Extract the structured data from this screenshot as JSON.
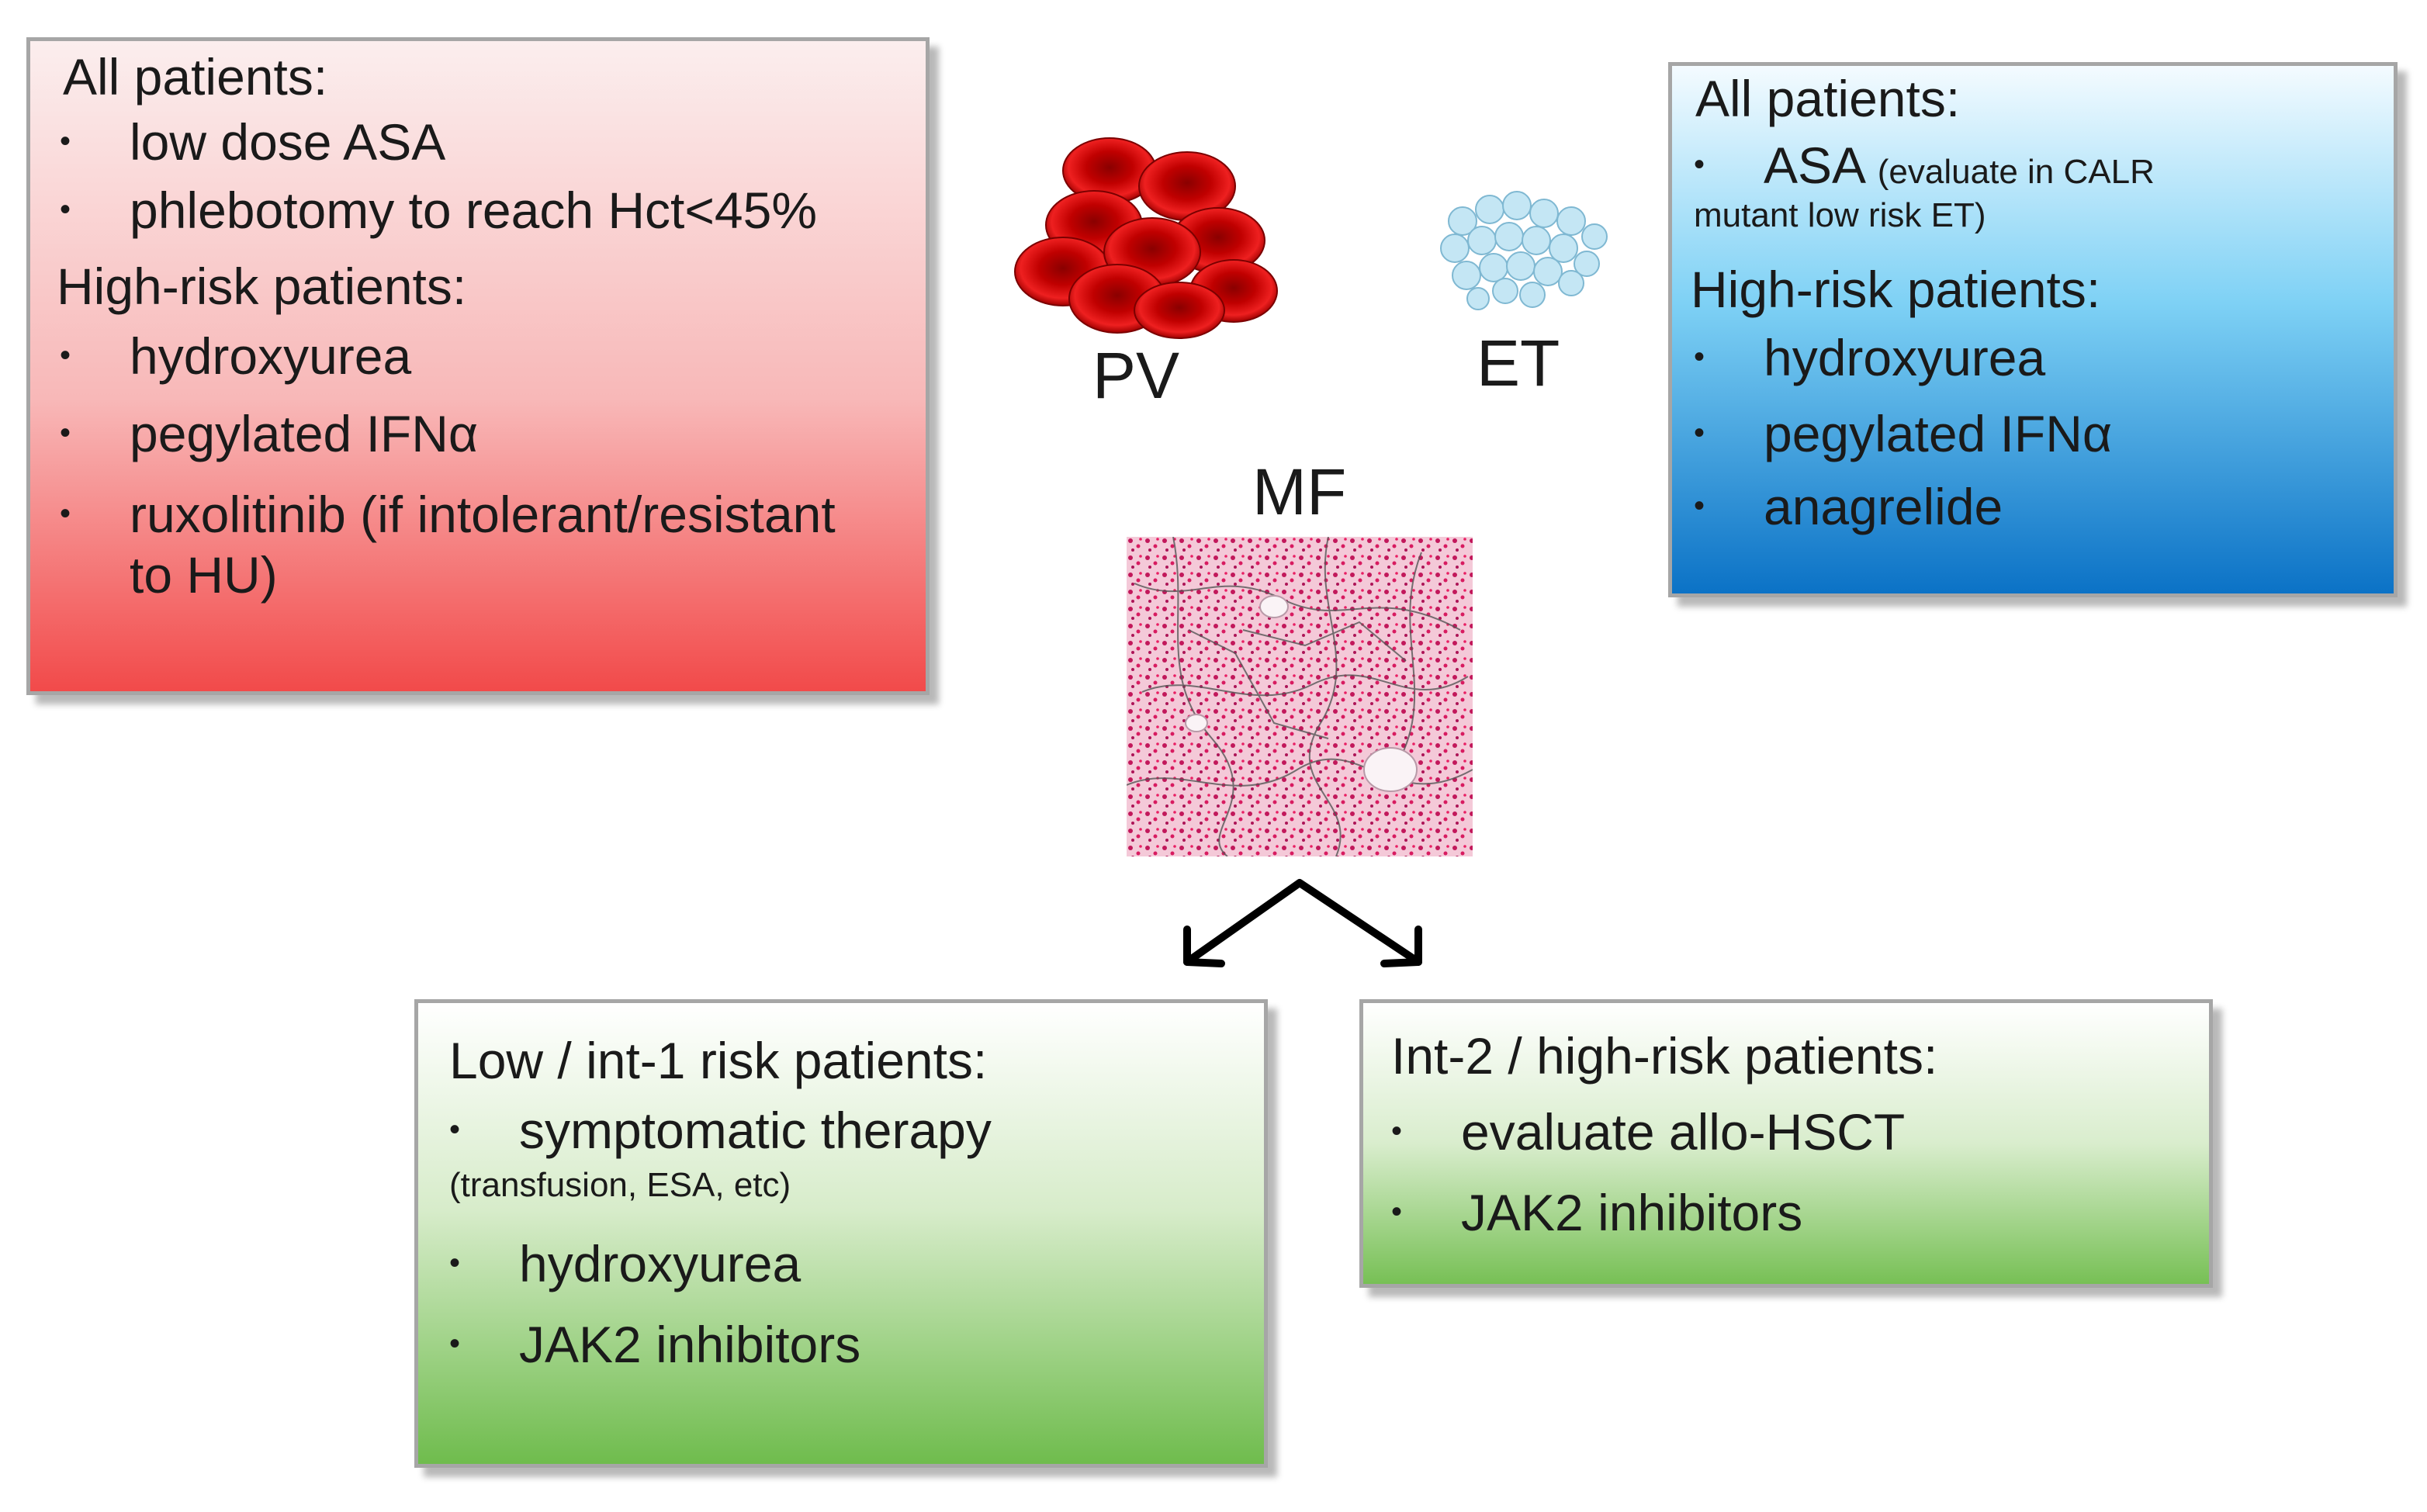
{
  "pv_box": {
    "all_header": "All patients:",
    "all_items": [
      "low dose ASA",
      "phlebotomy to reach Hct<45%"
    ],
    "high_header": "High-risk patients:",
    "high_items": [
      "hydroxyurea",
      "pegylated IFNα",
      "ruxolitinib (if intolerant/resistant",
      "to HU)"
    ]
  },
  "et_box": {
    "all_header": "All patients:",
    "asa_main": "ASA",
    "asa_note_1": "(evaluate in CALR",
    "asa_note_2": "mutant low risk ET)",
    "high_header": "High-risk patients:",
    "high_items": [
      "hydroxyurea",
      "pegylated IFNα",
      "anagrelide"
    ]
  },
  "labels": {
    "pv": "PV",
    "et": "ET",
    "mf": "MF"
  },
  "low_box": {
    "header": "Low / int-1 risk patients:",
    "item_1": "symptomatic therapy",
    "item_1_note": "(transfusion, ESA, etc)",
    "item_2": "hydroxyurea",
    "item_3": "JAK2 inhibitors"
  },
  "high_box": {
    "header": "Int-2 / high-risk patients:",
    "item_1": "evaluate allo-HSCT",
    "item_2": "JAK2 inhibitors"
  },
  "bullet": "•",
  "colors": {
    "pv_box": "#f24a4a",
    "et_box": "#0b72c6",
    "mf_box": "#6fbc4d",
    "rbc": "#d10a0a",
    "platelet": "#bfe2f2"
  },
  "icons": [
    "red-blood-cells-icon",
    "platelets-icon",
    "bone-marrow-histology-icon",
    "branch-arrow-icon"
  ]
}
